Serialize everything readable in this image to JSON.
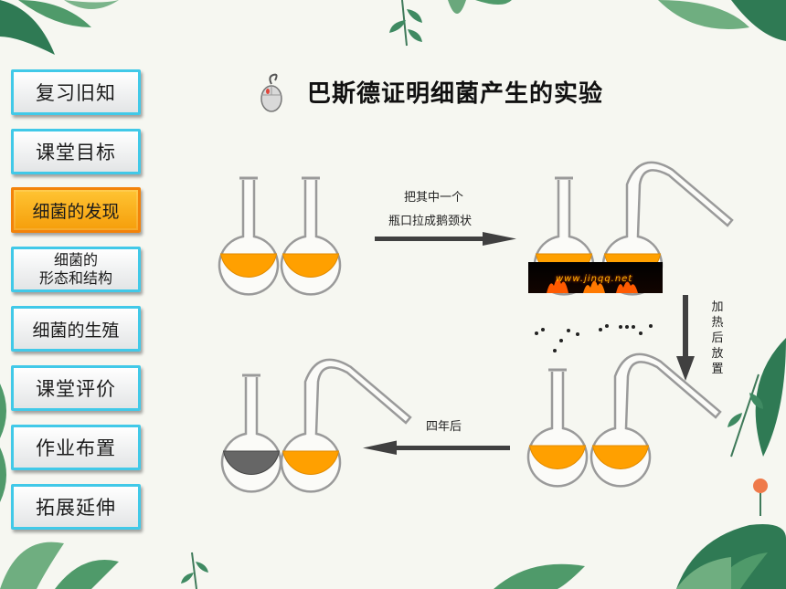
{
  "nav": {
    "items": [
      {
        "label": "复习旧知"
      },
      {
        "label": "课堂目标"
      },
      {
        "label": "细菌的发现"
      },
      {
        "label_line1": "细菌的",
        "label_line2": "形态和结构"
      },
      {
        "label": "细菌的生殖"
      },
      {
        "label": "课堂评价"
      },
      {
        "label": "作业布置"
      },
      {
        "label": "拓展延伸"
      }
    ],
    "active_index": 2
  },
  "slide": {
    "title": "巴斯德证明细菌产生的实验",
    "step1_line1": "把其中一个",
    "step1_line2": "瓶口拉成鹅颈状",
    "step2_chars": [
      "加",
      "热",
      "后",
      "放",
      "置"
    ],
    "step3": "四年后",
    "watermark": "www.jinqq.net"
  },
  "colors": {
    "nav_border": "#41c9e8",
    "nav_active": "#f7a616",
    "broth": "#ffa000",
    "spoiled_broth": "#6b6b6b",
    "arrow": "#404040"
  },
  "icons": [
    "mouse-icon",
    "arrow-right-icon",
    "arrow-down-icon",
    "arrow-left-icon",
    "flask-icon",
    "swan-neck-flask-icon",
    "flame-icon",
    "leaf-decoration"
  ]
}
